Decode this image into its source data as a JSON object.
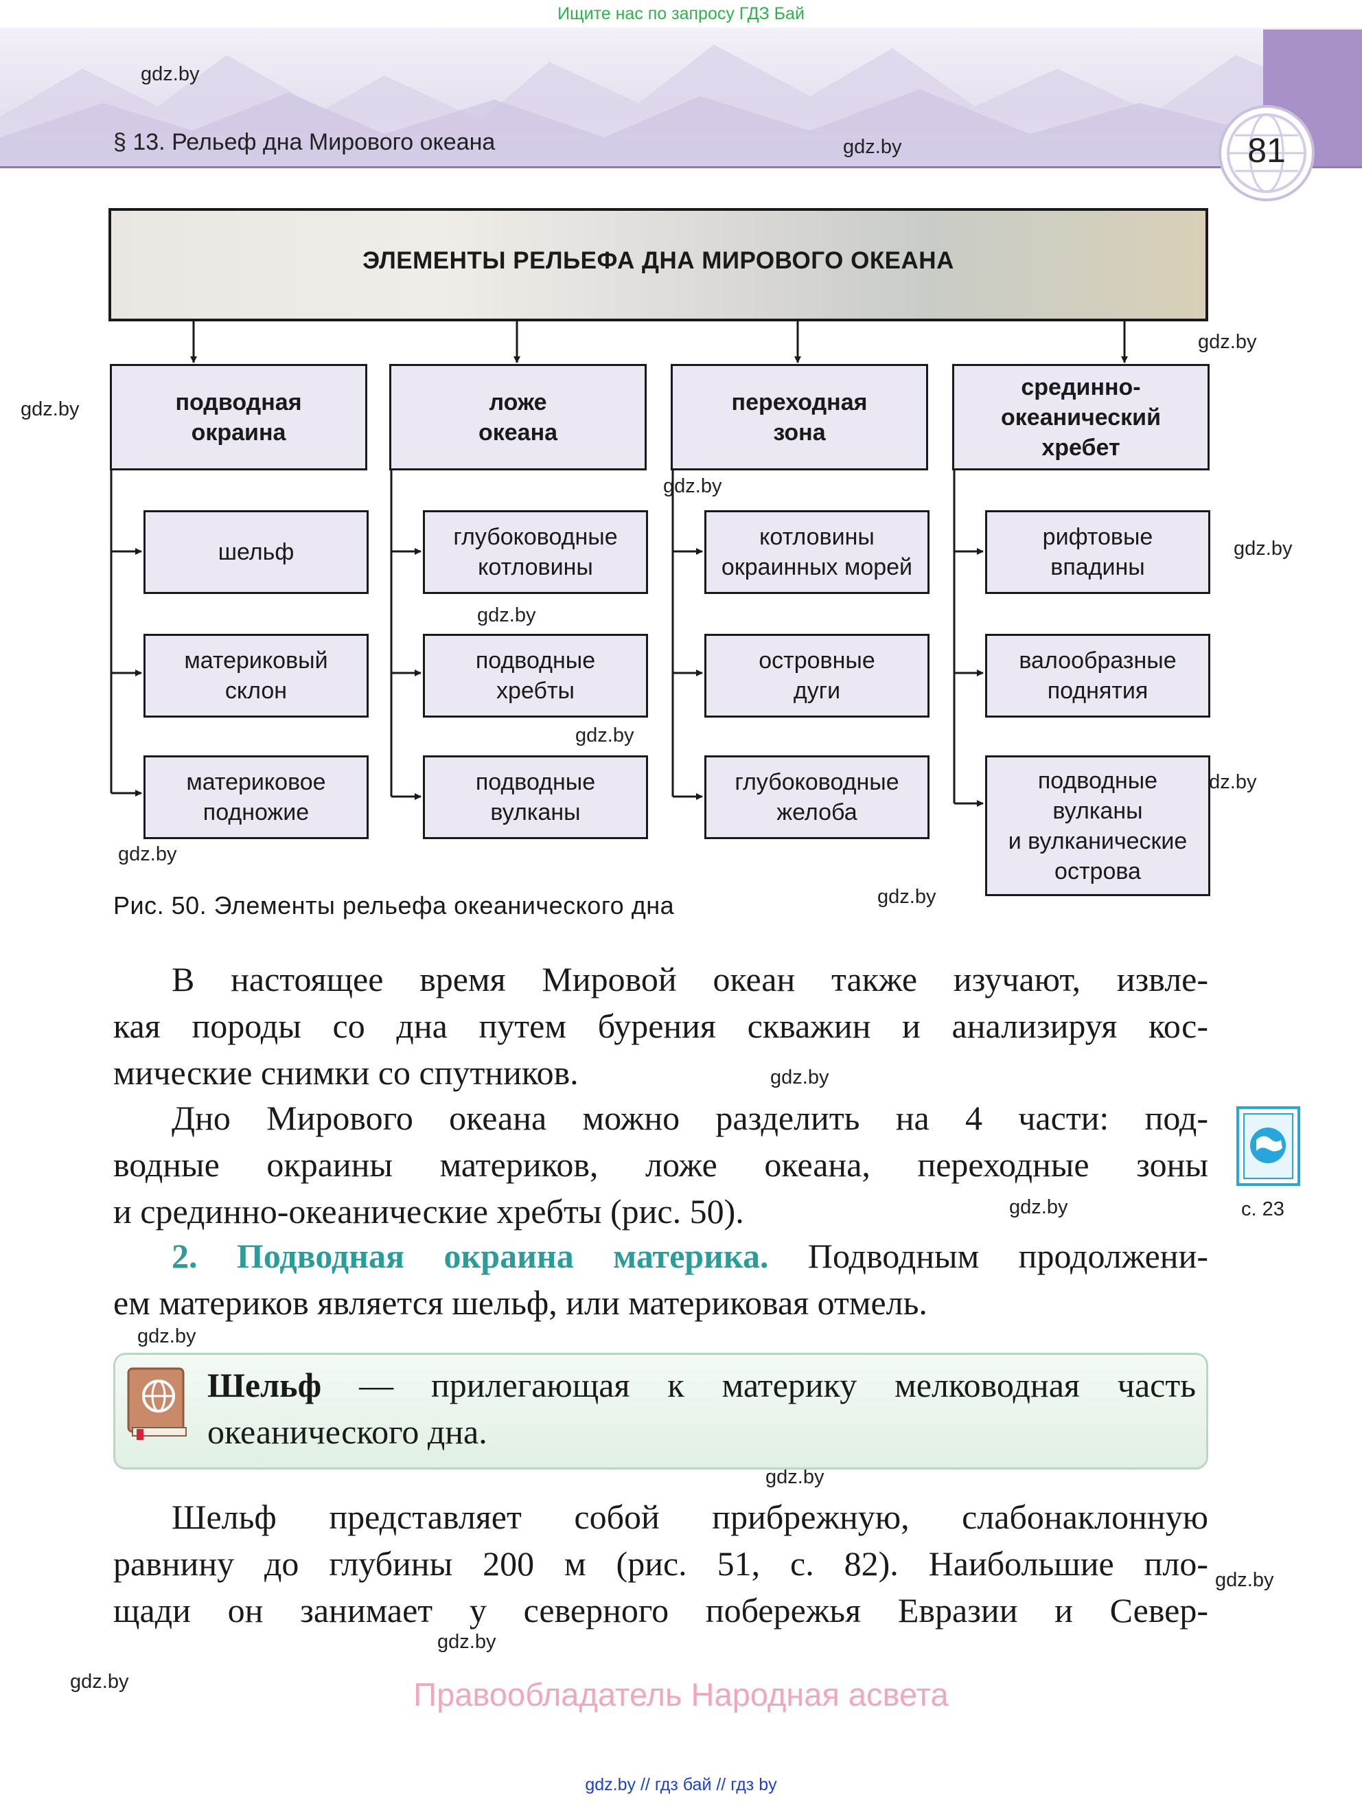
{
  "top_banner": "Ищите нас по запросу ГДЗ Бай",
  "header": {
    "section_title": "§ 13. Рельеф дна Мирового океана",
    "page_number": "81"
  },
  "watermark": "gdz.by",
  "diagram": {
    "title": "ЭЛЕМЕНТЫ РЕЛЬЕФА ДНА МИРОВОГО ОКЕАНА",
    "columns": [
      {
        "category": [
          "подводная",
          "окраина"
        ],
        "items": [
          [
            "шельф"
          ],
          [
            "материковый",
            "склон"
          ],
          [
            "материковое",
            "подножие"
          ]
        ]
      },
      {
        "category": [
          "ложе",
          "океана"
        ],
        "items": [
          [
            "глубоководные",
            "котловины"
          ],
          [
            "подводные",
            "хребты"
          ],
          [
            "подводные",
            "вулканы"
          ]
        ]
      },
      {
        "category": [
          "переходная",
          "зона"
        ],
        "items": [
          [
            "котловины",
            "окраинных морей"
          ],
          [
            "островные",
            "дуги"
          ],
          [
            "глубоководные",
            "желоба"
          ]
        ]
      },
      {
        "category": [
          "срединно-",
          "океанический",
          "хребет"
        ],
        "items": [
          [
            "рифтовые",
            "впадины"
          ],
          [
            "валообразные",
            "поднятия"
          ],
          [
            "подводные",
            "вулканы",
            "и вулканические",
            "острова"
          ]
        ]
      }
    ],
    "caption": "Рис. 50. Элементы рельефа океанического дна"
  },
  "paragraphs": {
    "p1": [
      "В настоящее время Мировой океан также изучают, извле-",
      "кая породы со дна путем бурения скважин и анализируя кос-",
      "мические снимки  со спутников."
    ],
    "p2": [
      "Дно Мирового океана можно разделить на 4 части: под-",
      "водные окраины материков, ложе океана, переходные зоны",
      "и срединно-океанические хребты (рис. 50)."
    ],
    "p3_heading": "2. Подводная окраина материка.",
    "p3_line1_rest": " Подводным продолжени-",
    "p3_line2": "ем материков является шельф, или материковая отмель.",
    "p4": [
      "Шельф представляет собой прибрежную, слабонаклонную",
      "равнину до глубины 200 м (рис. 51, с. 82). Наибольшие пло-",
      "щади он занимает у северного побережья Евразии и Север-"
    ]
  },
  "definition": {
    "term": "Шельф",
    "line1_rest": " — прилегающая к материку мелководная часть",
    "line2": "океанического дна."
  },
  "margin_ref": "с. 23",
  "copyright": "Правообладатель Народная асвета",
  "footer": "gdz.by  //  гдз бай  //  гдз by",
  "colors": {
    "banner_green": "#2db34a",
    "heading_teal": "#2a9d9b",
    "box_fill": "#ebe8f4",
    "header_purple": "#a890c8",
    "copyright_pink": "#f2a6bb",
    "footer_blue": "#1f3fd1"
  }
}
